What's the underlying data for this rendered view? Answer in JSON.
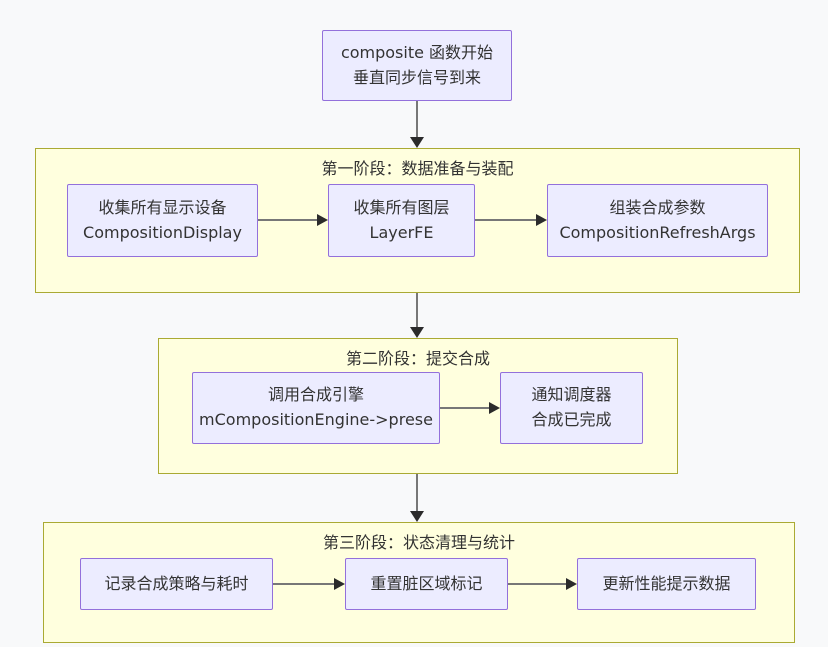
{
  "diagram": {
    "type": "flowchart",
    "start_node": {
      "line1": "composite 函数开始",
      "line2": "垂直同步信号到来"
    },
    "stages": [
      {
        "title": "第一阶段：数据准备与装配",
        "nodes": [
          {
            "line1": "收集所有显示设备",
            "line2": "CompositionDisplay"
          },
          {
            "line1": "收集所有图层",
            "line2": "LayerFE"
          },
          {
            "line1": "组装合成参数",
            "line2": "CompositionRefreshArgs"
          }
        ]
      },
      {
        "title": "第二阶段：提交合成",
        "nodes": [
          {
            "line1": "调用合成引擎",
            "line2": "mCompositionEngine->prese"
          },
          {
            "line1": "通知调度器",
            "line2": "合成已完成"
          }
        ]
      },
      {
        "title": "第三阶段：状态清理与统计",
        "nodes": [
          {
            "line1": "记录合成策略与耗时"
          },
          {
            "line1": "重置脏区域标记"
          },
          {
            "line1": "更新性能提示数据"
          }
        ]
      }
    ],
    "colors": {
      "page_background": "#F8F9FA",
      "node_fill": "#ECECFF",
      "node_border": "#9370DB",
      "stage_fill": "#FFFFDE",
      "stage_border": "#AAAA33",
      "text": "#333333",
      "arrow_line": "#777777",
      "arrow_head": "#2B2B2B"
    }
  }
}
